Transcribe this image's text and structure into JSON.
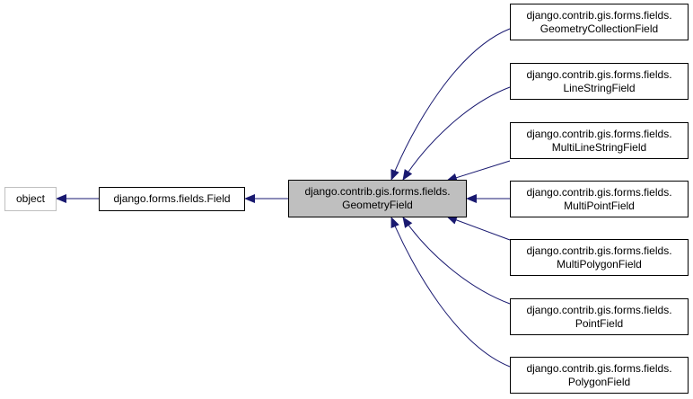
{
  "diagram": {
    "colors": {
      "edge": "#191970",
      "focus_fill": "#bfbfbf",
      "external_border": "#bfbfbf",
      "node_border": "#000000"
    },
    "nodes": {
      "object": "object",
      "field": "django.forms.fields.Field",
      "geometry_field": {
        "line1": "django.contrib.gis.forms.fields.",
        "line2": "GeometryField"
      },
      "geometry_collection_field": {
        "line1": "django.contrib.gis.forms.fields.",
        "line2": "GeometryCollectionField"
      },
      "line_string_field": {
        "line1": "django.contrib.gis.forms.fields.",
        "line2": "LineStringField"
      },
      "multi_line_string_field": {
        "line1": "django.contrib.gis.forms.fields.",
        "line2": "MultiLineStringField"
      },
      "multi_point_field": {
        "line1": "django.contrib.gis.forms.fields.",
        "line2": "MultiPointField"
      },
      "multi_polygon_field": {
        "line1": "django.contrib.gis.forms.fields.",
        "line2": "MultiPolygonField"
      },
      "point_field": {
        "line1": "django.contrib.gis.forms.fields.",
        "line2": "PointField"
      },
      "polygon_field": {
        "line1": "django.contrib.gis.forms.fields.",
        "line2": "PolygonField"
      }
    }
  }
}
